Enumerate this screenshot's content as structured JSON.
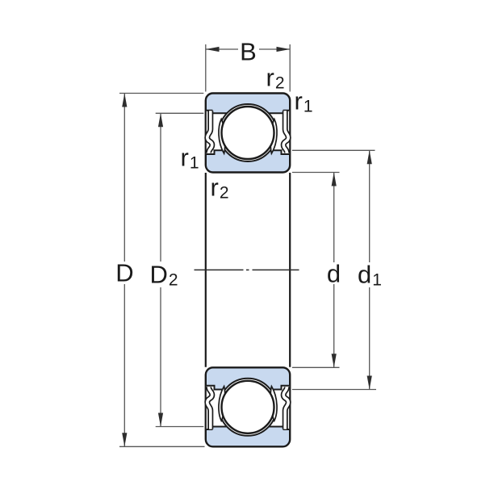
{
  "diagram": {
    "description": "Sealed deep groove ball bearing cross-section with dimension annotations",
    "colors": {
      "bearing_fill": "#c8d9ef",
      "outline": "#1b1b1b",
      "dimension_lines": "#565656",
      "text": "#1a1a1a",
      "background": "#ffffff"
    },
    "labels": {
      "width_b": {
        "base": "B",
        "sub": ""
      },
      "outer_dia_D": {
        "base": "D",
        "sub": ""
      },
      "recess_dia_D2": {
        "base": "D",
        "sub": "2"
      },
      "bore_dia_d": {
        "base": "d",
        "sub": ""
      },
      "shoulder_dia_d1": {
        "base": "d",
        "sub": "1"
      },
      "r2_top": {
        "base": "r",
        "sub": "2"
      },
      "r1_top_right": {
        "base": "r",
        "sub": "1"
      },
      "r1_mid_left": {
        "base": "r",
        "sub": "1"
      },
      "r2_mid_left": {
        "base": "r",
        "sub": "2"
      }
    }
  }
}
